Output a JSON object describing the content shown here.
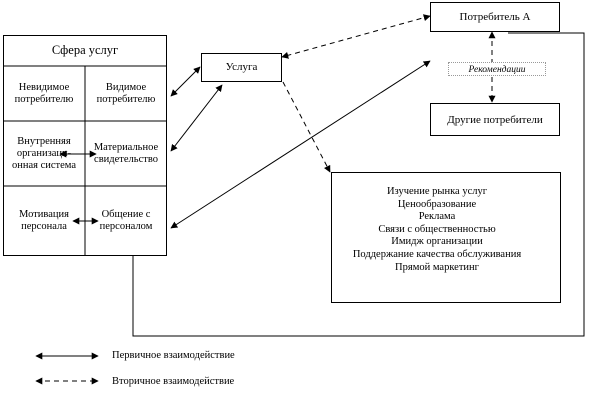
{
  "service_sphere": {
    "title": "Сфера услуг",
    "invisible": "Невидимое потребителю",
    "visible": "Видимое потребителю",
    "internal_system": "Внутренняя организаци-онная система",
    "material_evidence": "Материальное свидетельство",
    "motivation": "Мотивация персонала",
    "communication": "Общение с персоналом"
  },
  "service": {
    "label": "Услуга"
  },
  "consumer_a": {
    "label": "Потребитель А"
  },
  "other_consumers": {
    "label": "Другие потребители"
  },
  "recommendations": {
    "label": "Рекомендации"
  },
  "marketing_list": [
    "Изучение рынка услуг",
    "Ценообразование",
    "Реклама",
    "Связи с общественностью",
    "Имидж организации",
    "Поддержание качества обслуживания",
    "Прямой маркетинг"
  ],
  "legend": {
    "primary": "Первичное взаимодействие",
    "secondary": "Вторичное взаимодействие"
  }
}
